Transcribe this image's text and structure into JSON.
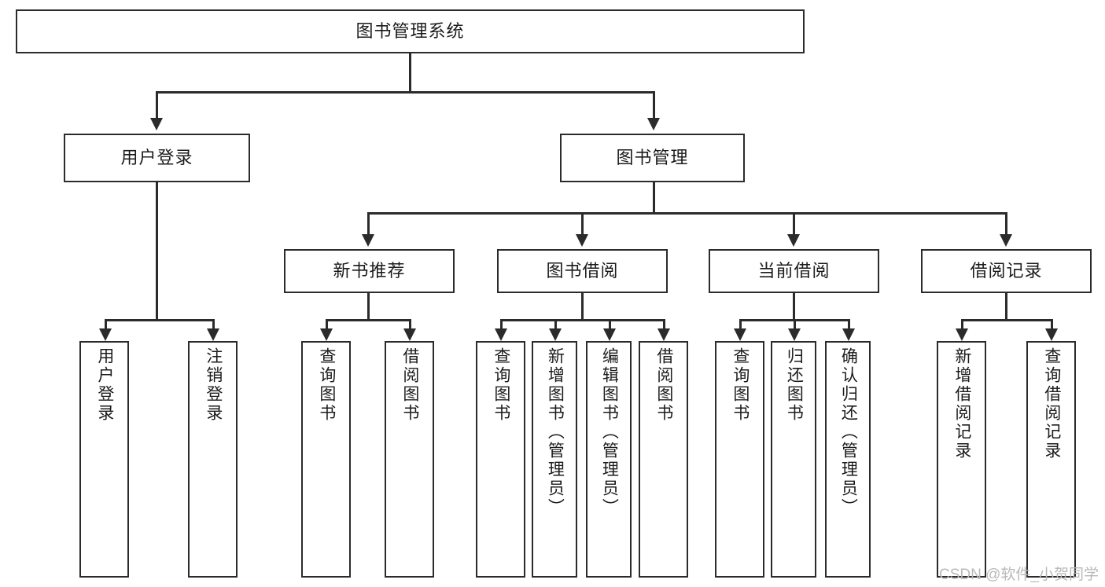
{
  "diagram": {
    "title_node": {
      "label": "图书管理系统"
    },
    "level2": [
      {
        "id": "user-login",
        "label": "用户登录"
      },
      {
        "id": "book-management",
        "label": "图书管理"
      }
    ],
    "level3": [
      {
        "id": "new-book-recommend",
        "label": "新书推荐"
      },
      {
        "id": "book-borrow",
        "label": "图书借阅"
      },
      {
        "id": "current-borrow",
        "label": "当前借阅"
      },
      {
        "id": "borrow-record",
        "label": "借阅记录"
      }
    ],
    "leaves": {
      "user_login": [
        {
          "id": "leaf-user-login",
          "label": "用户登录"
        },
        {
          "id": "leaf-logout",
          "label": "注销登录"
        }
      ],
      "new_book_recommend": [
        {
          "id": "leaf-query-book-1",
          "label": "查询图书"
        },
        {
          "id": "leaf-borrow-book-1",
          "label": "借阅图书"
        }
      ],
      "book_borrow": [
        {
          "id": "leaf-query-book-2",
          "label": "查询图书"
        },
        {
          "id": "leaf-add-book",
          "label": "新增图书（管理员）"
        },
        {
          "id": "leaf-edit-book",
          "label": "编辑图书（管理员）"
        },
        {
          "id": "leaf-borrow-book-2",
          "label": "借阅图书"
        }
      ],
      "current_borrow": [
        {
          "id": "leaf-query-book-3",
          "label": "查询图书"
        },
        {
          "id": "leaf-return-book",
          "label": "归还图书"
        },
        {
          "id": "leaf-confirm-return",
          "label": "确认归还（管理员）"
        }
      ],
      "borrow_record": [
        {
          "id": "leaf-add-record",
          "label": "新增借阅记录"
        },
        {
          "id": "leaf-query-record",
          "label": "查询借阅记录"
        }
      ]
    }
  },
  "watermark": {
    "text": "CSDN @软件_小贺同学"
  },
  "colors": {
    "stroke": "#2b2b2b",
    "fill": "#ffffff",
    "text": "#1b1b1b",
    "watermark": "#b9b9b9"
  }
}
